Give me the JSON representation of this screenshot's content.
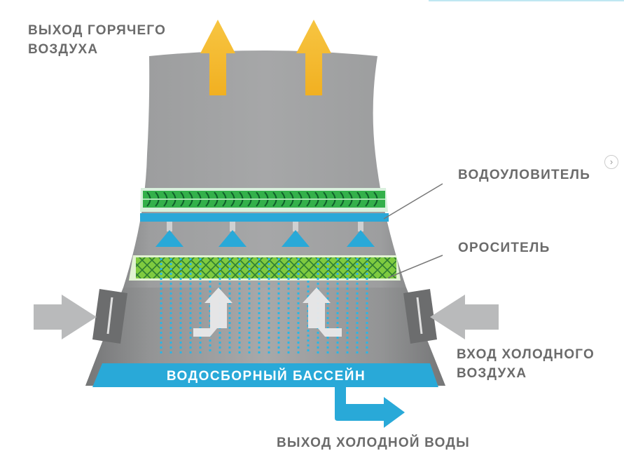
{
  "labels": {
    "hot_air_outlet": [
      "ВЫХОД ГОРЯЧЕГО",
      "ВОЗДУХА"
    ],
    "drift_eliminator": "ВОДОУЛОВИТЕЛЬ",
    "fill": "ОРОСИТЕЛЬ",
    "cold_air_inlet": [
      "ВХОД ХОЛОДНОГО",
      "ВОЗДУХА"
    ],
    "collection_basin": "ВОДОСБОРНЫЙ БАССЕЙН",
    "cold_water_outlet": "ВЫХОД ХОЛОДНОЙ ВОДЫ"
  },
  "nav": {
    "next_label": "›"
  },
  "colors": {
    "tower_gray": "#8f9091",
    "water_blue": "#29a9d8",
    "eliminator_green": "#38b54a",
    "fill_green": "#7dc93d",
    "hot_arrow": "#f4bd32",
    "cold_arrow": "#b9babb",
    "label_gray": "#6b6b6b"
  }
}
